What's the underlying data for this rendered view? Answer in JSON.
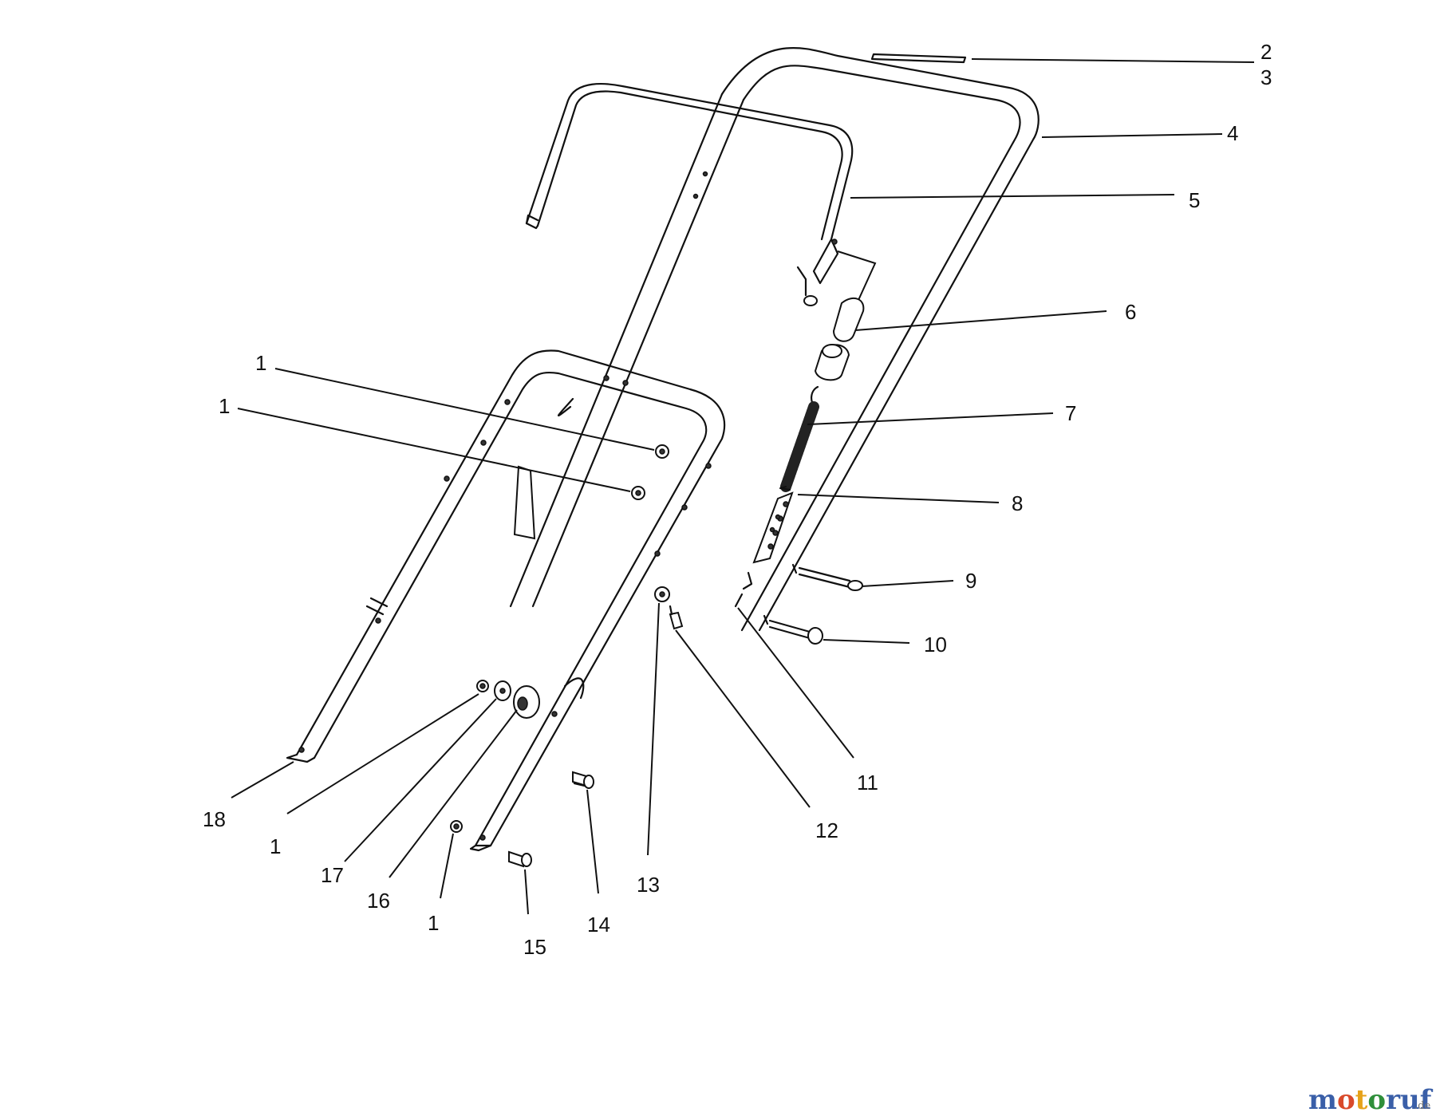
{
  "callouts": [
    {
      "id": "c1a",
      "text": "1"
    },
    {
      "id": "c1b",
      "text": "1"
    },
    {
      "id": "c2",
      "text": "2"
    },
    {
      "id": "c3",
      "text": "3"
    },
    {
      "id": "c4",
      "text": "4"
    },
    {
      "id": "c5",
      "text": "5"
    },
    {
      "id": "c6",
      "text": "6"
    },
    {
      "id": "c7",
      "text": "7"
    },
    {
      "id": "c8",
      "text": "8"
    },
    {
      "id": "c9",
      "text": "9"
    },
    {
      "id": "c10",
      "text": "10"
    },
    {
      "id": "c11",
      "text": "11"
    },
    {
      "id": "c12",
      "text": "12"
    },
    {
      "id": "c13",
      "text": "13"
    },
    {
      "id": "c14",
      "text": "14"
    },
    {
      "id": "c15",
      "text": "15"
    },
    {
      "id": "c16",
      "text": "16"
    },
    {
      "id": "c17",
      "text": "17"
    },
    {
      "id": "c18",
      "text": "18"
    },
    {
      "id": "c1c",
      "text": "1"
    },
    {
      "id": "c1d",
      "text": "1"
    }
  ],
  "watermark": {
    "brand": "motoruf",
    "suffix": ".de",
    "colors": [
      "#3a5fa8",
      "#d94a2b",
      "#e6a21a",
      "#2f8f3a"
    ]
  }
}
